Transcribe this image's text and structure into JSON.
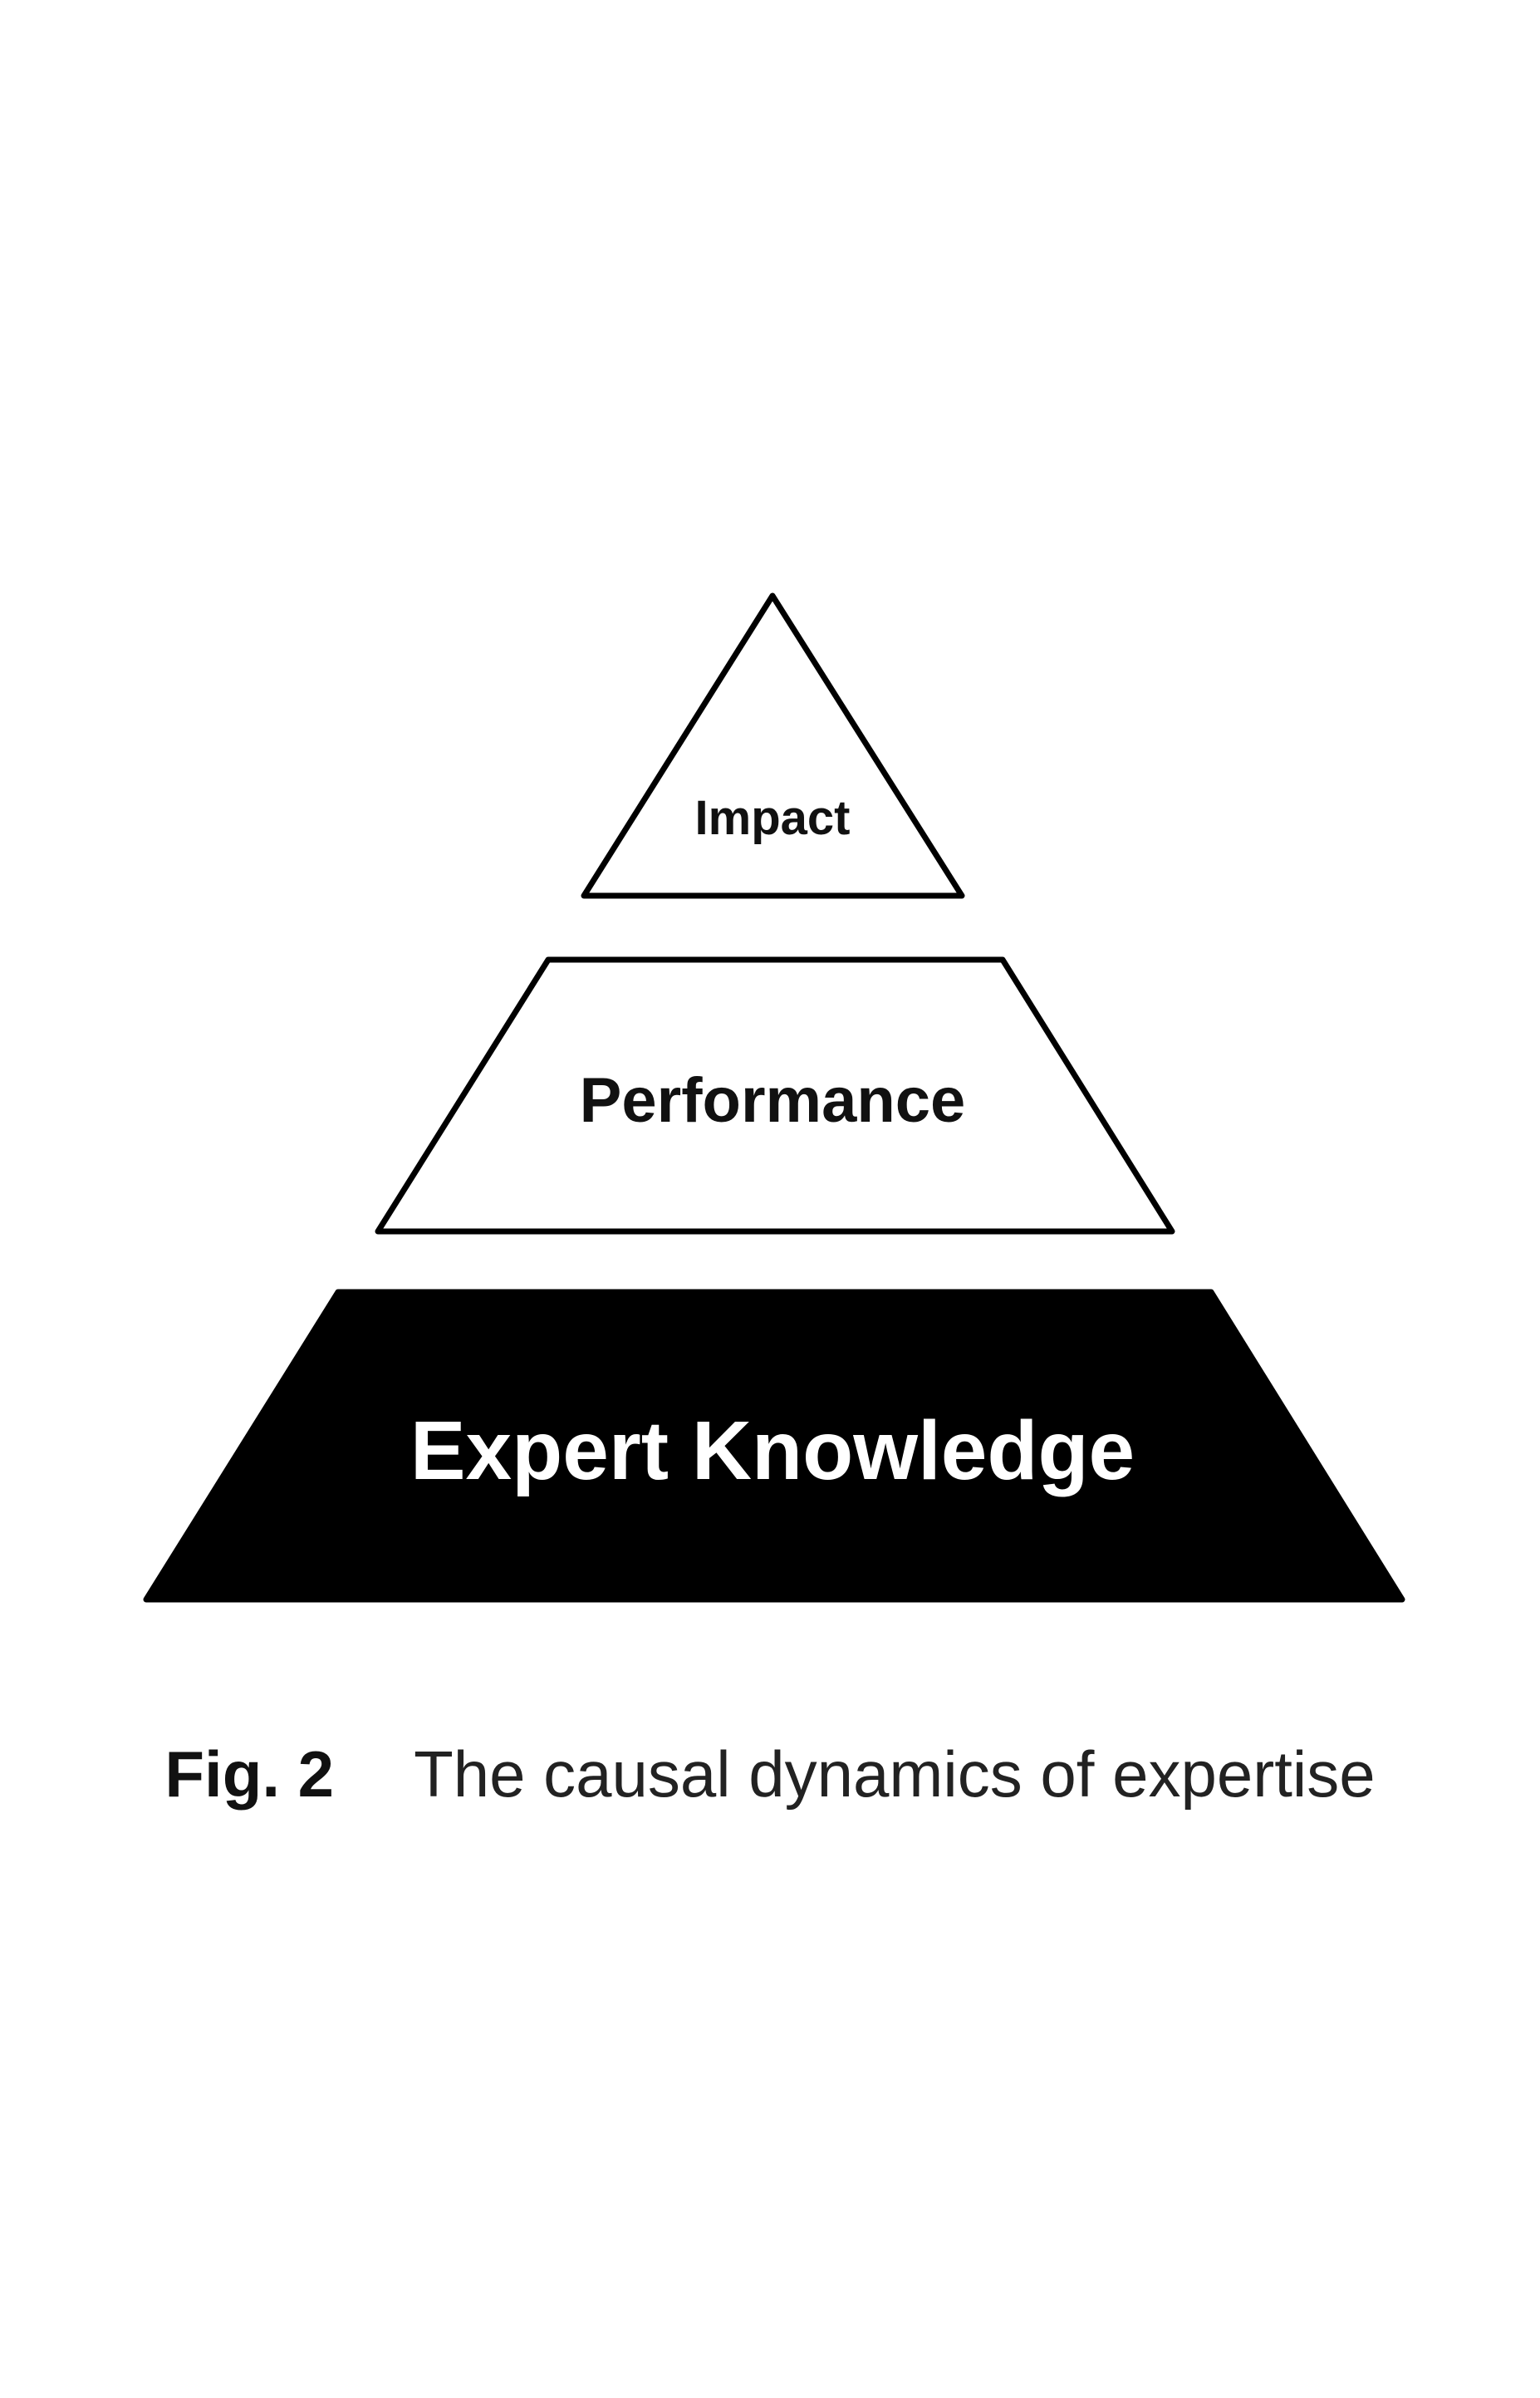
{
  "diagram": {
    "type": "pyramid",
    "tiers": [
      {
        "label": "Impact",
        "fill": "#ffffff",
        "text_color": "#111111"
      },
      {
        "label": "Performance",
        "fill": "#ffffff",
        "text_color": "#111111"
      },
      {
        "label": "Expert Knowledge",
        "fill": "#000000",
        "text_color": "#ffffff"
      }
    ],
    "stroke_color": "#000000"
  },
  "caption": {
    "number": "Fig. 2",
    "title": "The causal dynamics of expertise"
  }
}
